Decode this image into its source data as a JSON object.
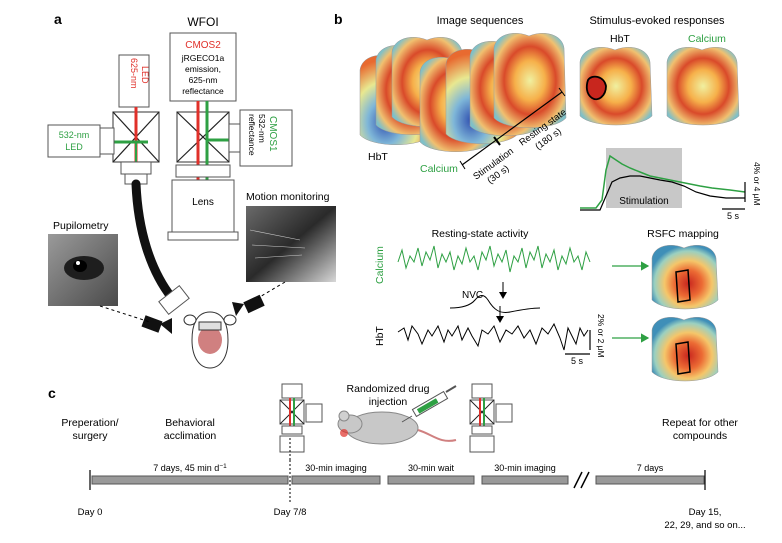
{
  "panels": {
    "a": "a",
    "b": "b",
    "c": "c"
  },
  "a": {
    "title": "WFOI",
    "cmos2": {
      "name": "CMOS2",
      "line1": "jRGECO1a",
      "line2": "emission,",
      "line3": "625-nm",
      "line4": "reflectance"
    },
    "cmos1": {
      "name": "CMOS1",
      "line1": "532-nm",
      "line2": "reflectance"
    },
    "led625": {
      "line1": "625-nm",
      "line2": "LED"
    },
    "led532": {
      "line1": "532-nm",
      "line2": "LED"
    },
    "lens": "Lens",
    "pupilometry": "Pupilometry",
    "motion": "Motion monitoring",
    "colors": {
      "red": "#e0302a",
      "green": "#2ea043",
      "grayDark": "#444444"
    }
  },
  "b": {
    "image_sequences": "Image sequences",
    "stim_evoked": "Stimulus-evoked responses",
    "hbt": "HbT",
    "calcium": "Calcium",
    "stim_duration": "Stimulation",
    "stim_duration_sub": "(30 s)",
    "rest_duration": "Resting state",
    "rest_duration_sub": "(180 s)",
    "stimulation": "Stimulation",
    "scalebar_time": "5 s",
    "scalebar_amp": "4% or 4 μM",
    "resting_activity": "Resting-state activity",
    "nvc": "NVC",
    "rest_scale_time": "5 s",
    "rest_scale_amp": "2% or 2 μM",
    "rsfc": "RSFC mapping"
  },
  "c": {
    "prep": {
      "line1": "Preperation/",
      "line2": "surgery"
    },
    "behav": {
      "line1": "Behavioral",
      "line2": "acclimation"
    },
    "drug": {
      "line1": "Randomized drug",
      "line2": "injection"
    },
    "repeat": {
      "line1": "Repeat for other",
      "line2": "compounds"
    },
    "seg1": "7 days, 45 min d",
    "seg1_sup": "−1",
    "seg2": "30-min imaging",
    "seg3": "30-min wait",
    "seg4": "30-min imaging",
    "seg5": "7 days",
    "day0": "Day 0",
    "day78": "Day 7/8",
    "day15": {
      "line1": "Day 15,",
      "line2": "22, 29, and so on..."
    }
  }
}
